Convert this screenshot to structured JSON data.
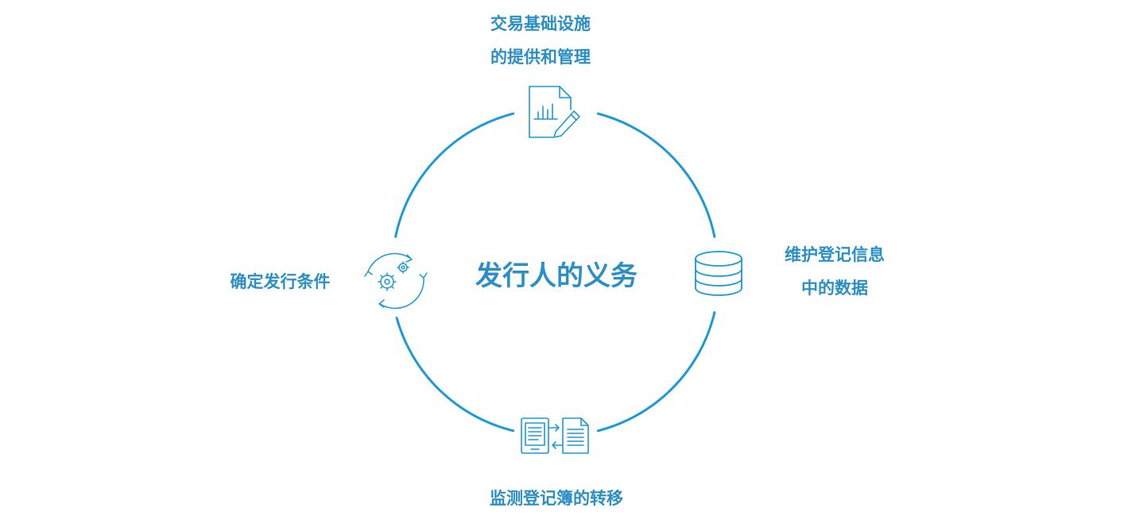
{
  "diagram": {
    "center_title": "发行人的义务",
    "nodes": {
      "top": {
        "line1": "交易基础设施",
        "line2": "的提供和管理",
        "icon": "document-chart-pen-icon"
      },
      "right": {
        "line1": "维护登记信息",
        "line2": "中的数据",
        "icon": "database-icon"
      },
      "bottom": {
        "line1": "监测登记簿的转移",
        "icon": "document-transfer-icon"
      },
      "left": {
        "line1": "确定发行条件",
        "icon": "gears-cycle-icon"
      }
    }
  },
  "colors": {
    "accent": "#2a8fc7",
    "ring": "#1a9ad6",
    "background": "#ffffff"
  }
}
